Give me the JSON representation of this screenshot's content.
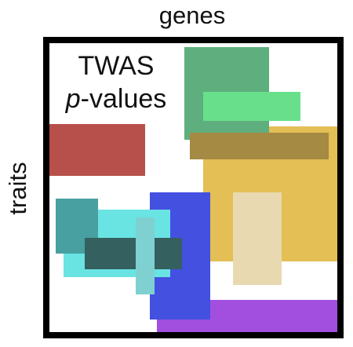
{
  "axis": {
    "column_label": "genes",
    "row_label": "traits"
  },
  "panel": {
    "title_line1": "TWAS",
    "title_line2_italic": "p",
    "title_line2_rest": "-values"
  },
  "blocks": [
    {
      "name": "block-green-dark",
      "color": "#5fae7d"
    },
    {
      "name": "block-green-light",
      "color": "#68e08b"
    },
    {
      "name": "block-red",
      "color": "#b74f4a"
    },
    {
      "name": "block-gold",
      "color": "#e3bf55"
    },
    {
      "name": "block-olive",
      "color": "#a48a42"
    },
    {
      "name": "block-beige",
      "color": "#e8d9b0"
    },
    {
      "name": "block-blue",
      "color": "#4350e0"
    },
    {
      "name": "block-purple",
      "color": "#a24fe0"
    },
    {
      "name": "block-cyan",
      "color": "#6ae3e3"
    },
    {
      "name": "block-teal",
      "color": "#48a0a0"
    },
    {
      "name": "block-dark-slate",
      "color": "#356060"
    },
    {
      "name": "block-light-teal-bar",
      "color": "#7fd1d1"
    }
  ]
}
